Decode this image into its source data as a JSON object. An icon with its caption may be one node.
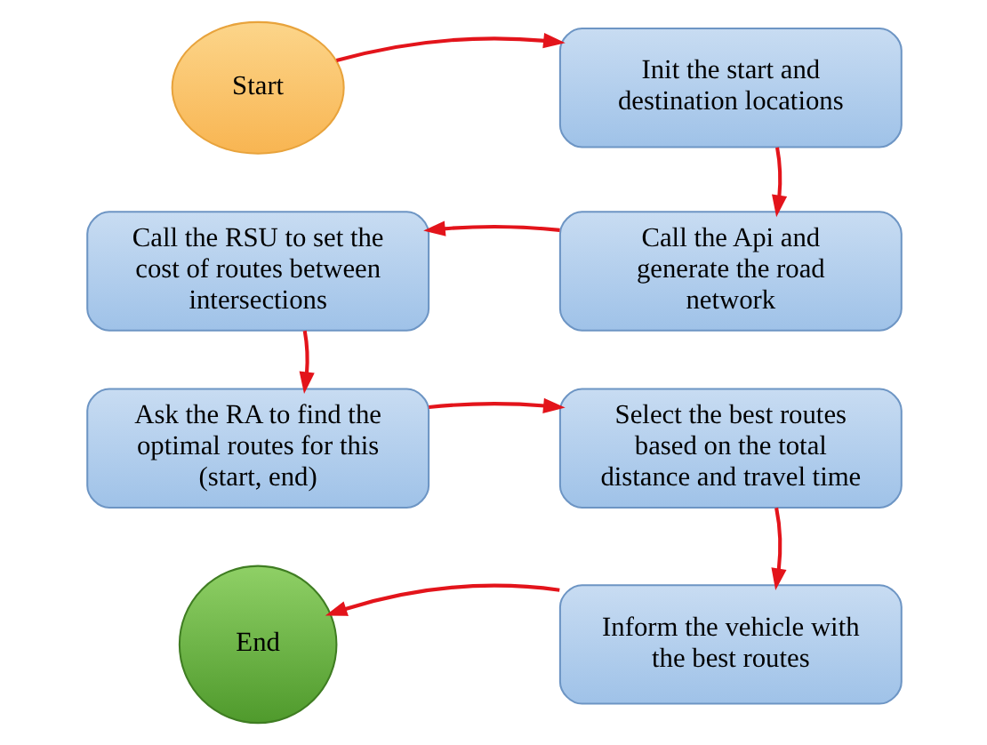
{
  "diagram": {
    "nodes": [
      {
        "text": [
          "Start"
        ]
      },
      {
        "text": [
          "Init the start and destination locations"
        ]
      },
      {
        "text": [
          "Call the Api and generate the road network"
        ]
      },
      {
        "text": [
          "Call the RSU to set the cost of routes between intersections"
        ]
      },
      {
        "text": [
          "Ask the RA to find the optimal routes for this (start, end)"
        ]
      },
      {
        "text": [
          "Select the best routes based on the total distance and travel time"
        ]
      },
      {
        "text": [
          "Inform the vehicle with the best routes"
        ]
      },
      {
        "text": [
          "End"
        ]
      }
    ],
    "edges": [
      {
        "from": 0,
        "to": 1,
        "arrow": "to"
      },
      {
        "from": 1,
        "to": 2,
        "arrow": "to"
      },
      {
        "from": 2,
        "to": 3,
        "arrow": "to"
      },
      {
        "from": 3,
        "to": 4,
        "arrow": "to"
      },
      {
        "from": 4,
        "to": 5,
        "arrow": "to"
      },
      {
        "from": 5,
        "to": 6,
        "arrow": "to"
      },
      {
        "from": 6,
        "to": 7,
        "arrow": "to"
      }
    ]
  }
}
